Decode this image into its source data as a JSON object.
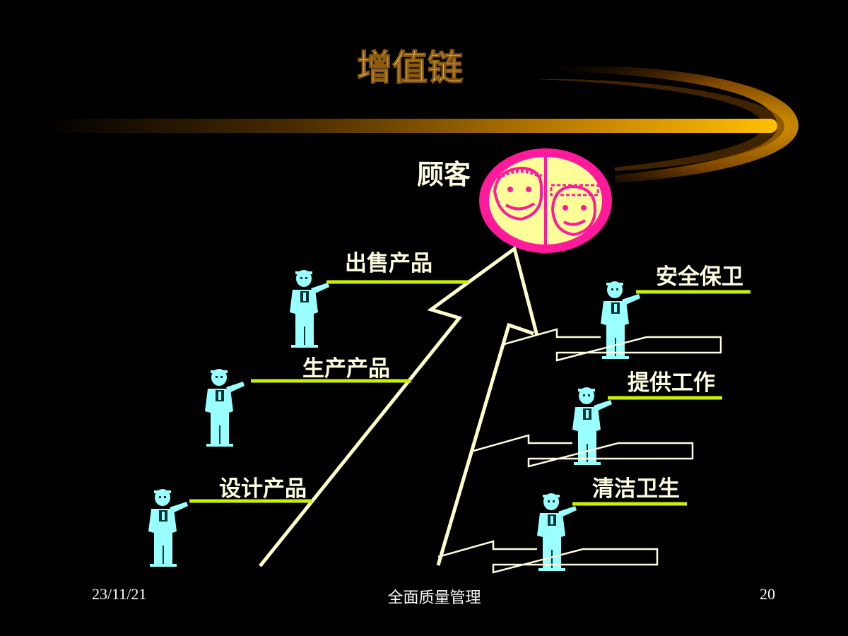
{
  "title": "增值链",
  "customer": {
    "label": "顾客"
  },
  "left_roles": [
    {
      "id": "sell",
      "label": "出售产品"
    },
    {
      "id": "produce",
      "label": "生产产品"
    },
    {
      "id": "design",
      "label": "设计产品"
    }
  ],
  "right_roles": [
    {
      "id": "security",
      "label": "安全保卫"
    },
    {
      "id": "work",
      "label": "提供工作"
    },
    {
      "id": "clean",
      "label": "清洁卫生"
    }
  ],
  "footer": {
    "date": "23/11/21",
    "center": "全面质量管理",
    "page": "20"
  },
  "colors": {
    "background": "#000000",
    "title": "#ffcf73",
    "label": "#ffffe0",
    "person": "#99ffff",
    "person_line": "#ccf000",
    "chain_line": "#ffffcc",
    "arrow_outline": "#ffffe0",
    "customer_ring": "#ff1a9c",
    "customer_fill": "#ffff99",
    "swoosh": "#ffb400"
  }
}
